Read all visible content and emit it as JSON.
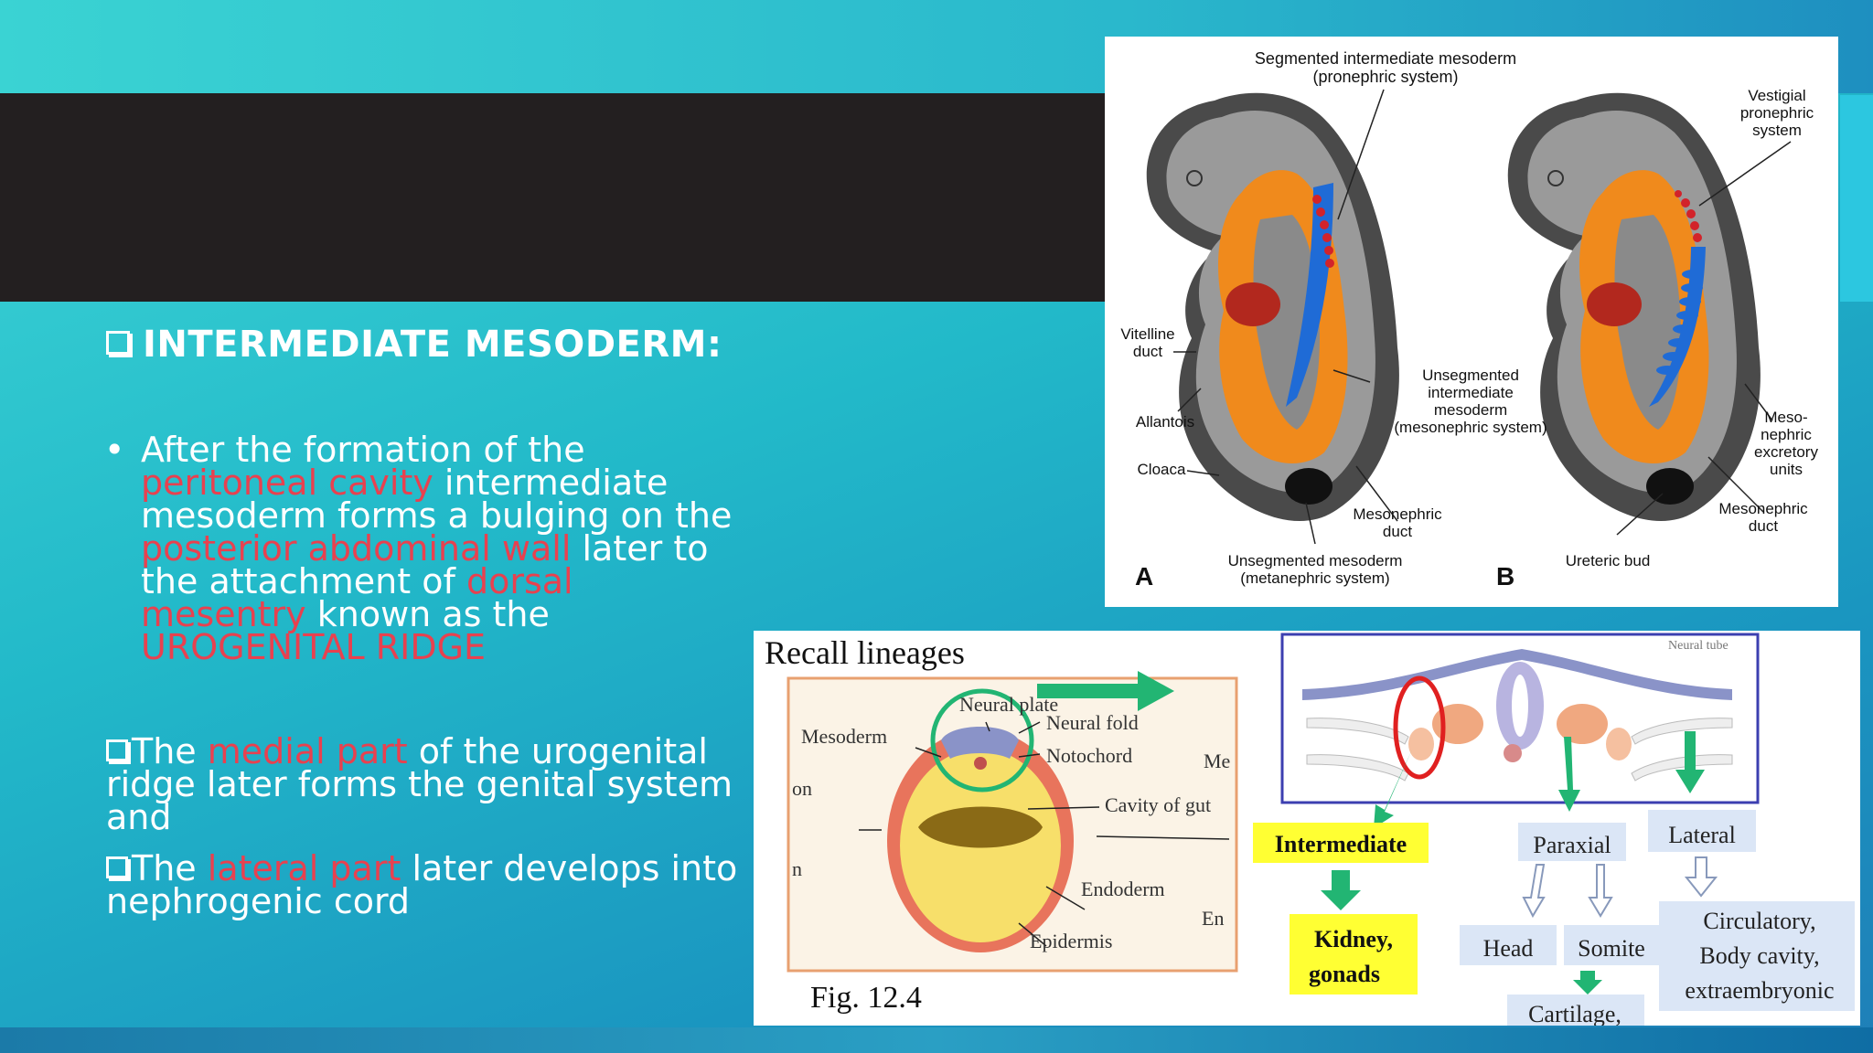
{
  "slide": {
    "heading": "INTERMEDIATE MESODERM:",
    "bullet1": [
      {
        "t": "After the formation of the ",
        "red": false
      },
      {
        "t": "peritoneal cavity",
        "red": true
      },
      {
        "t": " intermediate mesoderm forms a bulging on the ",
        "red": false
      },
      {
        "t": "posterior abdominal wall",
        "red": true
      },
      {
        "t": " later to the attachment of ",
        "red": false
      },
      {
        "t": "dorsal mesentry",
        "red": true
      },
      {
        "t": " known as the ",
        "red": false
      },
      {
        "t": "UROGENITAL RIDGE",
        "red": true
      }
    ],
    "bullet2": [
      {
        "t": "The ",
        "red": false
      },
      {
        "t": "medial part",
        "red": true
      },
      {
        "t": " of the urogenital ridge later forms the genital system and",
        "red": false
      }
    ],
    "bullet3": [
      {
        "t": "The ",
        "red": false
      },
      {
        "t": "lateral part",
        "red": true
      },
      {
        "t": " later develops into nephrogenic cord",
        "red": false
      }
    ]
  },
  "figure_embryo": {
    "labels": {
      "segmented": "Segmented intermediate mesoderm",
      "segmented_sub": "(pronephric system)",
      "vestigial1": "Vestigial",
      "vestigial2": "pronephric",
      "vestigial3": "system",
      "vitelline1": "Vitelline",
      "vitelline2": "duct",
      "allantois": "Allantois",
      "cloaca": "Cloaca",
      "unseg1": "Unsegmented",
      "unseg2": "intermediate",
      "unseg3": "mesoderm",
      "unseg4": "(mesonephric system)",
      "meso1": "Meso-",
      "meso2": "nephric",
      "meso3": "excretory",
      "meso4": "units",
      "mesoduct1": "Mesonephric",
      "mesoduct2": "duct",
      "mesoductB1": "Mesonephric",
      "mesoductB2": "duct",
      "meta1": "Unsegmented mesoderm",
      "meta2": "(metanephric system)",
      "ureteric": "Ureteric bud",
      "panelA": "A",
      "panelB": "B"
    }
  },
  "figure_lineage": {
    "title": "Recall lineages",
    "fig": "Fig. 12.4",
    "neural_plate": "Neural plate",
    "mesoderm": "Mesoderm",
    "neural_fold": "Neural fold",
    "notochord": "Notochord",
    "cavity": "Cavity of gut",
    "endoderm": "Endoderm",
    "epidermis": "Epidermis",
    "edge_me": "Me",
    "edge_en": "En",
    "edge_on": "on",
    "edge_n": "n",
    "neural_tube": "Neural tube",
    "intermediate": "Intermediate",
    "kidney1": "Kidney,",
    "kidney2": "gonads",
    "paraxial": "Paraxial",
    "lateral": "Lateral",
    "head": "Head",
    "somite": "Somite",
    "cartilage": "Cartilage,",
    "circ1": "Circulatory,",
    "circ2": "Body cavity,",
    "circ3": "extraembryonic"
  }
}
